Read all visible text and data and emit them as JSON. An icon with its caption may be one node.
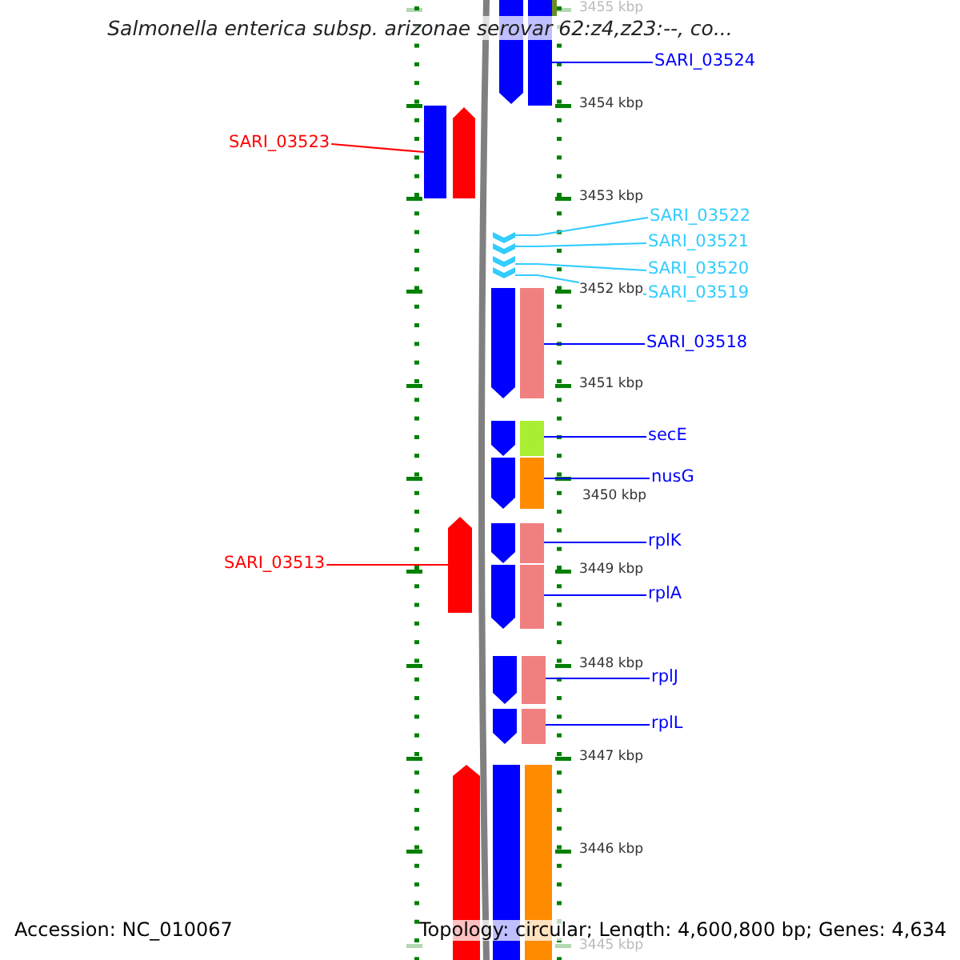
{
  "diagram": {
    "title": "Salmonella enterica subsp. arizonae serovar 62:z4,z23:--, co...",
    "nodes": [
      {
        "text": [
          "SARI_03524"
        ]
      },
      {
        "text": [],
        "shape": "bar"
      },
      {
        "text": [
          "SARI_03523"
        ]
      },
      {
        "text": [],
        "shape": "bar"
      },
      {
        "text": [
          "SARI_03522"
        ]
      },
      {
        "text": [],
        "shape": "bar"
      },
      {
        "text": [
          "SARI_03521"
        ]
      },
      {
        "text": [],
        "shape": "bar"
      },
      {
        "text": [
          "SARI_03520"
        ]
      },
      {
        "text": [],
        "shape": "bar"
      },
      {
        "text": [
          "SARI_03519"
        ]
      },
      {
        "text": [],
        "shape": "bar"
      },
      {
        "text": [
          "SARI_03518"
        ]
      },
      {
        "text": [],
        "shape": "bar"
      },
      {
        "text": [
          "secE"
        ]
      },
      {
        "text": [],
        "shape": "bar"
      },
      {
        "text": [
          "nusG"
        ]
      },
      {
        "text": [],
        "shape": "bar"
      },
      {
        "text": [
          "rplK"
        ]
      },
      {
        "text": [],
        "shape": "bar"
      },
      {
        "text": [
          "SARI_03513"
        ]
      },
      {
        "text": [],
        "shape": "bar"
      },
      {
        "text": [
          "rplA"
        ]
      },
      {
        "text": [],
        "shape": "bar"
      },
      {
        "text": [
          "rplJ"
        ]
      },
      {
        "text": [],
        "shape": "bar"
      },
      {
        "text": [
          "rplL"
        ]
      },
      {
        "text": [],
        "shape": "bar"
      }
    ],
    "edges": [
      {
        "from": 0,
        "to": 1,
        "arrow": "none"
      },
      {
        "from": 2,
        "to": 3,
        "arrow": "none",
        "color": "#ff0000"
      },
      {
        "from": 4,
        "to": 5,
        "arrow": "none",
        "color": "#33ccff"
      },
      {
        "from": 6,
        "to": 7,
        "arrow": "none",
        "color": "#33ccff"
      },
      {
        "from": 8,
        "to": 9,
        "arrow": "none",
        "color": "#33ccff"
      },
      {
        "from": 10,
        "to": 11,
        "arrow": "none",
        "color": "#33ccff"
      },
      {
        "from": 12,
        "to": 13,
        "arrow": "none"
      },
      {
        "from": 14,
        "to": 15,
        "arrow": "none"
      },
      {
        "from": 16,
        "to": 17,
        "arrow": "none"
      },
      {
        "from": 18,
        "to": 19,
        "arrow": "none"
      },
      {
        "from": 20,
        "to": 21,
        "arrow": "none",
        "color": "#ff0000"
      },
      {
        "from": 22,
        "to": 23,
        "arrow": "none"
      },
      {
        "from": 24,
        "to": 25,
        "arrow": "none"
      },
      {
        "from": 26,
        "to": 27,
        "arrow": "none"
      }
    ],
    "labels": [
      "3455 kbp",
      "3454 kbp",
      "3453 kbp",
      "3452 kbp",
      "3451 kbp",
      "3450 kbp",
      "3449 kbp",
      "3448 kbp",
      "3447 kbp",
      "3446 kbp",
      "Accession: NC_010067",
      "Topology: circular; Length: 4,600,800 bp; Genes: 4,634",
      "3445 kbp"
    ]
  }
}
